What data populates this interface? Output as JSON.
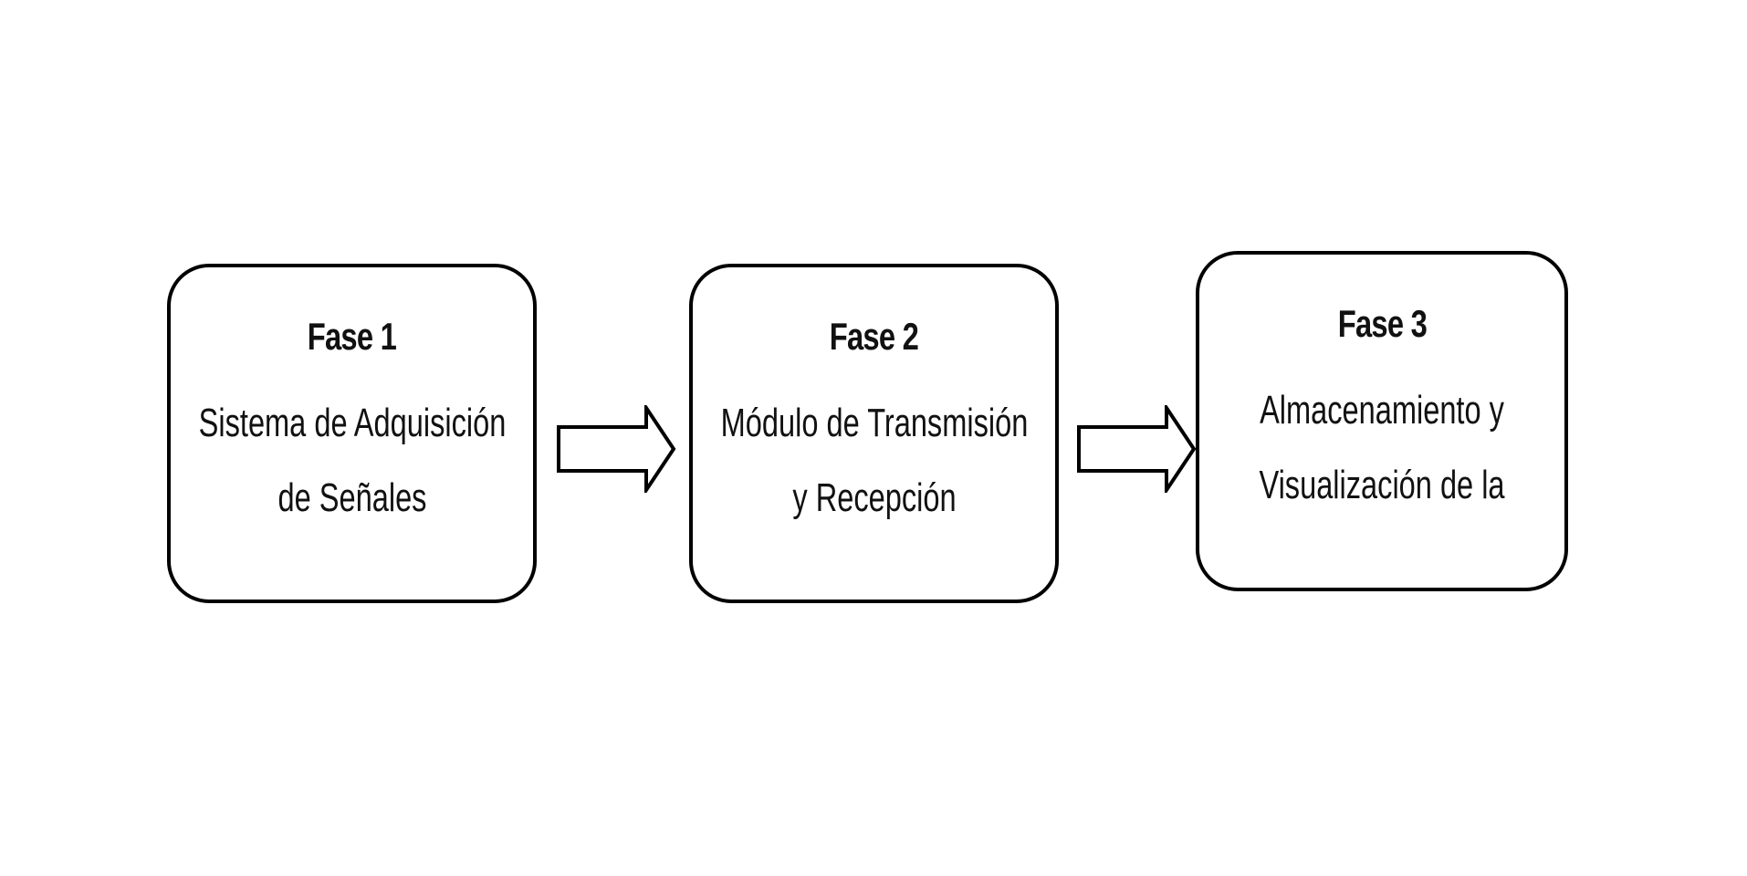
{
  "phases": [
    {
      "title": "Fase 1",
      "description": "Sistema de Adquisición de Señales"
    },
    {
      "title": "Fase 2",
      "description": "Módulo de Transmisión y Recepción"
    },
    {
      "title": "Fase 3",
      "description": "Almacenamiento y Visualización de la"
    }
  ],
  "connectors": [
    {
      "from": "Fase 1",
      "to": "Fase 2",
      "icon": "right-arrow-icon"
    },
    {
      "from": "Fase 2",
      "to": "Fase 3",
      "icon": "right-arrow-icon"
    }
  ],
  "colors": {
    "stroke": "#000000",
    "fill": "#ffffff",
    "text": "#111111"
  }
}
